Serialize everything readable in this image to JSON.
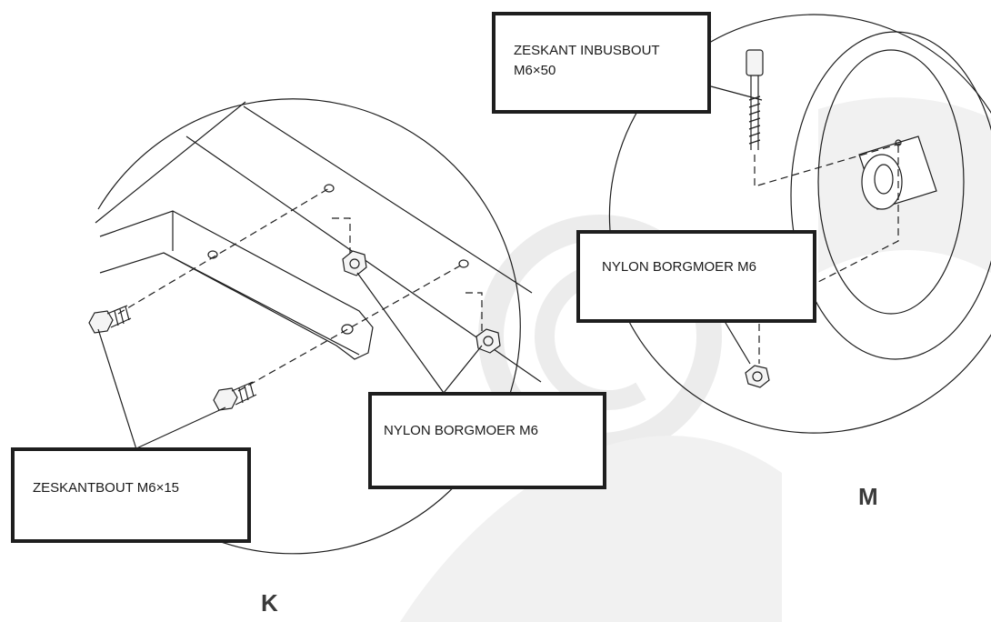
{
  "figures": [
    {
      "label": "K"
    },
    {
      "label": "M"
    }
  ],
  "callouts": {
    "inbusbout": {
      "line1": "ZESKANT INBUSBOUT",
      "line2": "M6×50"
    },
    "borgmoer_m": "NYLON BORGMOER M6",
    "borgmoer_k": "NYLON BORGMOER M6",
    "zeskantbout": "ZESKANTBOUT M6×15"
  },
  "colors": {
    "line": "#1e1e1e",
    "watermark": "#ececec"
  }
}
